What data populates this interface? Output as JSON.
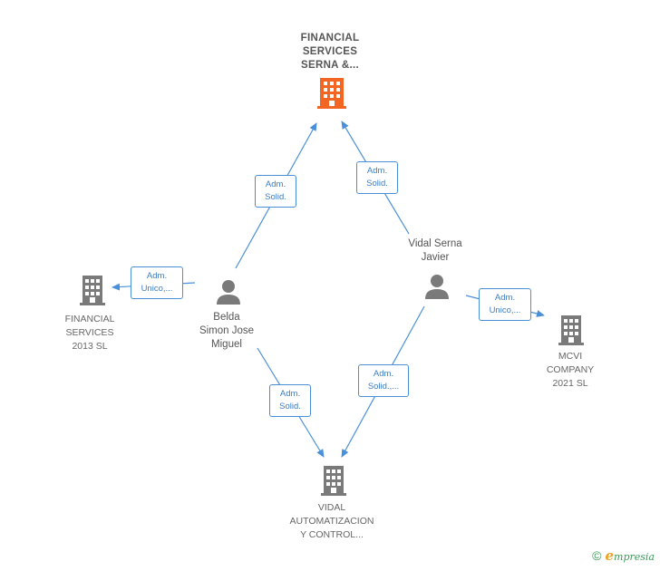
{
  "colors": {
    "edge": "#4a90d9",
    "primary_company": "#f26522",
    "company": "#7a7a7a",
    "person": "#7a7a7a"
  },
  "nodes": {
    "main": {
      "type": "company",
      "icon": "building-icon",
      "lines": [
        "FINANCIAL",
        "SERVICES",
        "SERNA &..."
      ]
    },
    "fs2013": {
      "type": "company",
      "icon": "building-icon",
      "lines": [
        "FINANCIAL",
        "SERVICES",
        "2013  SL"
      ]
    },
    "mcvi": {
      "type": "company",
      "icon": "building-icon",
      "lines": [
        "MCVI",
        "COMPANY",
        "2021  SL"
      ]
    },
    "vidal_auto": {
      "type": "company",
      "icon": "building-icon",
      "lines": [
        "VIDAL",
        "AUTOMATIZACION",
        "Y CONTROL..."
      ]
    },
    "belda": {
      "type": "person",
      "icon": "person-icon",
      "lines": [
        "Belda",
        "Simon Jose",
        "Miguel"
      ]
    },
    "vidal": {
      "type": "person",
      "icon": "person-icon",
      "lines": [
        "Vidal Serna",
        "Javier"
      ]
    }
  },
  "edges": {
    "belda_main": {
      "lines": [
        "Adm.",
        "Solid."
      ]
    },
    "vidal_main": {
      "lines": [
        "Adm.",
        "Solid."
      ]
    },
    "belda_fs2013": {
      "lines": [
        "Adm.",
        "Unico,..."
      ]
    },
    "vidal_mcvi": {
      "lines": [
        "Adm.",
        "Unico,..."
      ]
    },
    "belda_auto": {
      "lines": [
        "Adm.",
        "Solid."
      ]
    },
    "vidal_auto": {
      "lines": [
        "Adm.",
        "Solid.,..."
      ]
    }
  },
  "footer": {
    "copyright": "©",
    "brand_initial": "e",
    "brand_rest": "mpresia"
  }
}
